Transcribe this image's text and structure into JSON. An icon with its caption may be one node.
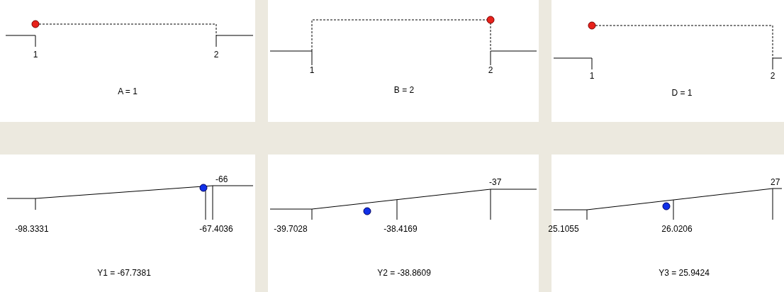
{
  "diagram": {
    "labels": [
      "1",
      "2",
      "1",
      "2",
      "1",
      "2",
      "A = 1",
      "B = 2",
      "D = 1",
      "-66",
      "-37",
      "27",
      "-98.3331",
      "-67.4036",
      "-39.7028",
      "-38.4169",
      "25.1055",
      "26.0206",
      "Y1 = -67.7381",
      "Y2 = -38.8609",
      "Y3 = 25.9424"
    ]
  }
}
